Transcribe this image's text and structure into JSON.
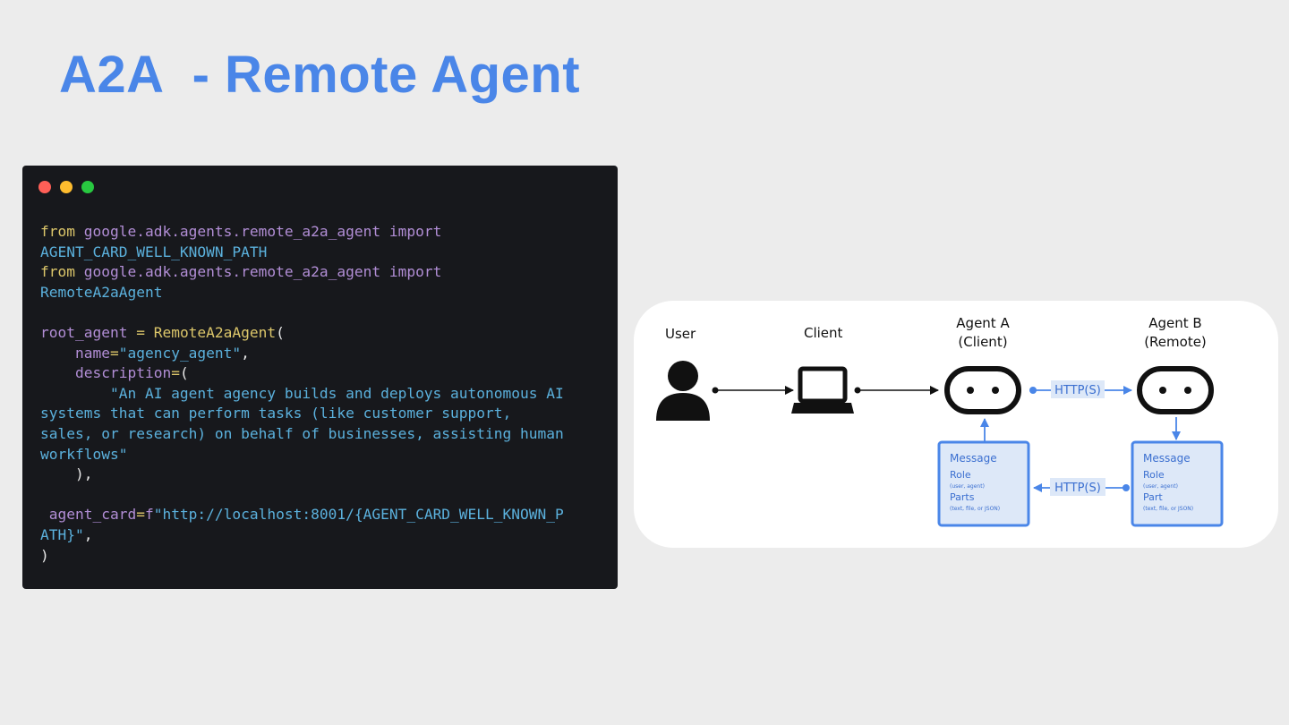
{
  "title": "A2A  - Remote Agent",
  "code": {
    "lines": [
      [
        [
          "k",
          "from "
        ],
        [
          "m",
          "google.adk.agents.remote_a2a_agent "
        ],
        [
          "m",
          "import"
        ]
      ],
      [
        [
          "t",
          "AGENT_CARD_WELL_KNOWN_PATH"
        ]
      ],
      [
        [
          "k",
          "from "
        ],
        [
          "m",
          "google.adk.agents.remote_a2a_agent "
        ],
        [
          "m",
          "import"
        ]
      ],
      [
        [
          "t",
          "RemoteA2aAgent"
        ]
      ],
      [],
      [
        [
          "m",
          "root_agent "
        ],
        [
          "k",
          "= "
        ],
        [
          "k",
          "RemoteA2aAgent"
        ],
        [
          "w",
          "("
        ]
      ],
      [
        [
          "m",
          "    name"
        ],
        [
          "k",
          "="
        ],
        [
          "t",
          "\"agency_agent\""
        ],
        [
          "w",
          ","
        ]
      ],
      [
        [
          "m",
          "    description"
        ],
        [
          "k",
          "="
        ],
        [
          "w",
          "("
        ]
      ],
      [
        [
          "t",
          "        \"An AI agent agency builds and deploys autonomous AI"
        ]
      ],
      [
        [
          "t",
          "systems that can perform tasks (like customer support,"
        ]
      ],
      [
        [
          "t",
          "sales, or research) on behalf of businesses, assisting human"
        ]
      ],
      [
        [
          "t",
          "workflows\""
        ]
      ],
      [
        [
          "w",
          "    ),"
        ]
      ],
      [],
      [
        [
          "m",
          " agent_card"
        ],
        [
          "k",
          "="
        ],
        [
          "m",
          "f"
        ],
        [
          "t",
          "\"http://localhost:8001/{AGENT_CARD_WELL_KNOWN_P"
        ]
      ],
      [
        [
          "t",
          "ATH}\""
        ],
        [
          "w",
          ","
        ]
      ],
      [
        [
          "w",
          ")"
        ]
      ]
    ]
  },
  "diagram": {
    "user_label": "User",
    "client_label": "Client",
    "agent_a_label": "Agent A",
    "agent_a_sub": "(Client)",
    "agent_b_label": "Agent B",
    "agent_b_sub": "(Remote)",
    "http_top": "HTTP(S)",
    "http_bottom": "HTTP(S)",
    "msg_a": {
      "title": "Message",
      "role": "Role",
      "role_sub": "(user, agent)",
      "parts": "Parts",
      "parts_sub": "(text, file, or JSON)"
    },
    "msg_b": {
      "title": "Message",
      "role": "Role",
      "role_sub": "(user, agent)",
      "parts": "Part",
      "parts_sub": "(text, file, or JSON)"
    }
  },
  "colors": {
    "title": "#4a86e8",
    "code_bg": "#17181c",
    "accent_blue": "#4a86e8",
    "box_fill": "#dde8f8"
  }
}
